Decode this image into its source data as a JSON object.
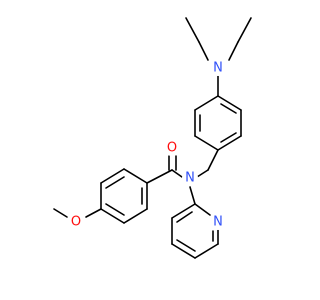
{
  "molecule": {
    "atoms": {
      "n_amine": {
        "symbol": "N",
        "color": "#3050F8"
      },
      "n_amide": {
        "symbol": "N",
        "color": "#3050F8"
      },
      "n_pyridine": {
        "symbol": "N",
        "color": "#3050F8"
      },
      "o_carbonyl": {
        "symbol": "O",
        "color": "#FF0D0D"
      },
      "o_methoxy": {
        "symbol": "O",
        "color": "#FF0D0D"
      }
    },
    "bond_color": "#000000"
  }
}
